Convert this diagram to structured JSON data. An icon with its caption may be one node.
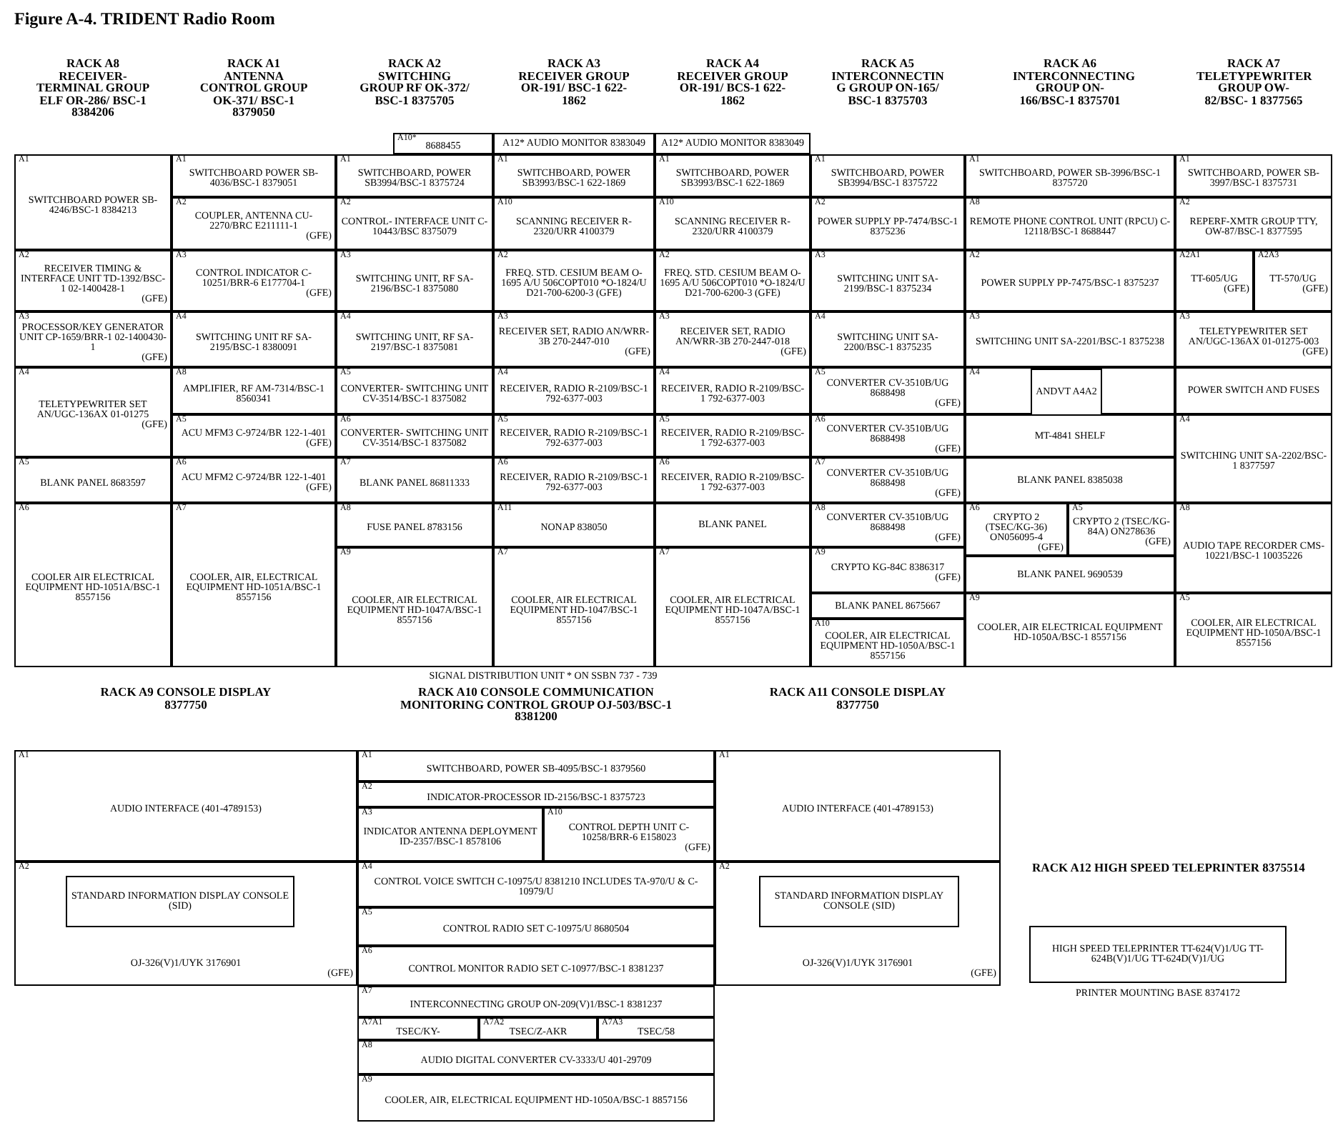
{
  "diagram": {
    "title": "Figure A-4. TRIDENT Radio Room",
    "nodes": [
      {
        "text": [
          "RACK A8 RECEIVER- TERMINAL GROUP ELF OR-286/ BSC-1 8384206"
        ]
      },
      {
        "text": [
          "A1",
          "SWITCHBOARD POWER SB-4246/BSC-1 8384213"
        ],
        "in": 0
      },
      {
        "text": [
          "A2",
          "RECEIVER TIMING & INTERFACE UNIT TD-1392/BSC-1 02-1400428-1",
          "(GFE)"
        ],
        "in": 0
      },
      {
        "text": [
          "A3",
          "PROCESSOR/KEY GENERATOR UNIT CP-1659/BRR-1 02-1400430-1",
          "(GFE)"
        ],
        "in": 0
      },
      {
        "text": [
          "A4",
          "TELETYPEWRITER SET AN/UGC-136AX 01-01275",
          "(GFE)"
        ],
        "in": 0
      },
      {
        "text": [
          "A5",
          "BLANK PANEL 8683597"
        ],
        "in": 0
      },
      {
        "text": [
          "A6",
          "COOLER AIR ELECTRICAL EQUIPMENT HD-1051A/BSC-1 8557156"
        ],
        "in": 0
      },
      {
        "text": [
          "RACK A1 ANTENNA CONTROL GROUP OK-371/ BSC-1 8379050"
        ]
      },
      {
        "text": [
          "A1",
          "SWITCHBOARD POWER SB-4036/BSC-1 8379051"
        ],
        "in": 7
      },
      {
        "text": [
          "A2",
          "COUPLER, ANTENNA CU-2270/BRC E211111-1",
          "(GFE)"
        ],
        "in": 7
      },
      {
        "text": [
          "A3",
          "CONTROL INDICATOR C-10251/BRR-6 E177704-1",
          "(GFE)"
        ],
        "in": 7
      },
      {
        "text": [
          "A4",
          "SWITCHING UNIT RF SA-2195/BSC-1 8380091"
        ],
        "in": 7
      },
      {
        "text": [
          "A8",
          "AMPLIFIER, RF AM-7314/BSC-1 8560341"
        ],
        "in": 7
      },
      {
        "text": [
          "A5",
          "ACU MFM3 C-9724/BR 122-1-401",
          "(GFE)"
        ],
        "in": 7
      },
      {
        "text": [
          "A6",
          "ACU MFM2 C-9724/BR 122-1-401",
          "(GFE)"
        ],
        "in": 7
      },
      {
        "text": [
          "A7",
          "COOLER, AIR, ELECTRICAL EQUIPMENT HD-1051A/BSC-1 8557156"
        ],
        "in": 7
      },
      {
        "text": [
          "RACK A2 SWITCHING GROUP RF OK-372/ BSC-1 8375705"
        ]
      },
      {
        "text": [
          "A10*",
          "8688455"
        ],
        "in": 16
      },
      {
        "text": [
          "A1",
          "SWITCHBOARD, POWER SB3994/BSC-1 8375724"
        ],
        "in": 16
      },
      {
        "text": [
          "A2",
          "CONTROL- INTERFACE UNIT C-10443/BSC 8375079"
        ],
        "in": 16
      },
      {
        "text": [
          "A3",
          "SWITCHING UNIT, RF SA-2196/BSC-1 8375080"
        ],
        "in": 16
      },
      {
        "text": [
          "A4",
          "SWITCHING UNIT, RF SA-2197/BSC-1 8375081"
        ],
        "in": 16
      },
      {
        "text": [
          "A5",
          "CONVERTER- SWITCHING UNIT CV-3514/BSC-1 8375082"
        ],
        "in": 16
      },
      {
        "text": [
          "A6",
          "CONVERTER- SWITCHING UNIT CV-3514/BSC-1 8375082"
        ],
        "in": 16
      },
      {
        "text": [
          "A7",
          "BLANK PANEL 86811333"
        ],
        "in": 16
      },
      {
        "text": [
          "A8",
          "FUSE PANEL 8783156"
        ],
        "in": 16
      },
      {
        "text": [
          "A9",
          "COOLER, AIR ELECTRICAL EQUIPMENT HD-1047A/BSC-1 8557156"
        ],
        "in": 16
      },
      {
        "text": [
          "RACK A3 RECEIVER GROUP OR-191/ BSC-1 622-1862"
        ]
      },
      {
        "text": [
          "A12* AUDIO MONITOR 8383049"
        ],
        "in": 27
      },
      {
        "text": [
          "A1",
          "SWITCHBOARD, POWER SB3993/BSC-1 622-1869"
        ],
        "in": 27
      },
      {
        "text": [
          "A10",
          "SCANNING RECEIVER R-2320/URR 4100379"
        ],
        "in": 27
      },
      {
        "text": [
          "A2",
          "FREQ. STD. CESIUM BEAM O-1695 A/U 506COPT010 *O-1824/U D21-700-6200-3 (GFE)"
        ],
        "in": 27
      },
      {
        "text": [
          "A3",
          "RECEIVER SET, RADIO AN/WRR-3B 270-2447-010",
          "(GFE)"
        ],
        "in": 27
      },
      {
        "text": [
          "A4",
          "RECEIVER, RADIO R-2109/BSC-1 792-6377-003"
        ],
        "in": 27
      },
      {
        "text": [
          "A5",
          "RECEIVER, RADIO R-2109/BSC-1 792-6377-003"
        ],
        "in": 27
      },
      {
        "text": [
          "A6",
          "RECEIVER, RADIO R-2109/BSC-1 792-6377-003"
        ],
        "in": 27
      },
      {
        "text": [
          "A11",
          "NONAP 838050"
        ],
        "in": 27
      },
      {
        "text": [
          "A7",
          "COOLER, AIR ELECTRICAL EQUIPMENT HD-1047/BSC-1 8557156"
        ],
        "in": 27
      },
      {
        "text": [
          "RACK A4 RECEIVER GROUP OR-191/ BCS-1 622-1862"
        ]
      },
      {
        "text": [
          "A12* AUDIO MONITOR 8383049"
        ],
        "in": 38
      },
      {
        "text": [
          "A1",
          "SWITCHBOARD, POWER SB3993/BSC-1 622-1869"
        ],
        "in": 38
      },
      {
        "text": [
          "A10",
          "SCANNING RECEIVER R-2320/URR 4100379"
        ],
        "in": 38
      },
      {
        "text": [
          "A2",
          "FREQ. STD. CESIUM BEAM O-1695 A/U 506COPT010 *O-1824/U D21-700-6200-3 (GFE)"
        ],
        "in": 38
      },
      {
        "text": [
          "A3",
          "RECEIVER SET, RADIO AN/WRR-3B 270-2447-018",
          "(GFE)"
        ],
        "in": 38
      },
      {
        "text": [
          "A4",
          "RECEIVER, RADIO R-2109/BSC-1 792-6377-003"
        ],
        "in": 38
      },
      {
        "text": [
          "A5",
          "RECEIVER, RADIO R-2109/BSC-1 792-6377-003"
        ],
        "in": 38
      },
      {
        "text": [
          "A6",
          "RECEIVER, RADIO R-2109/BSC-1 792-6377-003"
        ],
        "in": 38
      },
      {
        "text": [
          "BLANK PANEL"
        ],
        "in": 38
      },
      {
        "text": [
          "A7",
          "COOLER, AIR ELECTRICAL EQUIPMENT HD-1047A/BSC-1 8557156"
        ],
        "in": 38
      },
      {
        "text": [
          "RACK A5 INTERCONNECTIN G GROUP ON-165/ BSC-1 8375703"
        ]
      },
      {
        "text": [
          "A1",
          "SWITCHBOARD, POWER SB3994/BSC-1 8375722"
        ],
        "in": 49
      },
      {
        "text": [
          "A2",
          "POWER SUPPLY PP-7474/BSC-1 8375236"
        ],
        "in": 49
      },
      {
        "text": [
          "A3",
          "SWITCHING UNIT SA-2199/BSC-1 8375234"
        ],
        "in": 49
      },
      {
        "text": [
          "A4",
          "SWITCHING UNIT SA-2200/BSC-1 8375235"
        ],
        "in": 49
      },
      {
        "text": [
          "A5",
          "CONVERTER CV-3510B/UG 8688498",
          "(GFE)"
        ],
        "in": 49
      },
      {
        "text": [
          "A6",
          "CONVERTER CV-3510B/UG 8688498",
          "(GFE)"
        ],
        "in": 49
      },
      {
        "text": [
          "A7",
          "CONVERTER CV-3510B/UG 8688498",
          "(GFE)"
        ],
        "in": 49
      },
      {
        "text": [
          "A8",
          "CONVERTER CV-3510B/UG 8688498",
          "(GFE)"
        ],
        "in": 49
      },
      {
        "text": [
          "A9",
          "CRYPTO KG-84C 8386317",
          "(GFE)"
        ],
        "in": 49
      },
      {
        "text": [
          "BLANK PANEL 8675667"
        ],
        "in": 49
      },
      {
        "text": [
          "A10",
          "COOLER, AIR ELECTRICAL EQUIPMENT HD-1050A/BSC-1 8557156"
        ],
        "in": 49
      },
      {
        "text": [
          "RACK A6 INTERCONNECTING GROUP ON-166/BSC-1 8375701"
        ]
      },
      {
        "text": [
          "A1",
          "SWITCHBOARD, POWER SB-3996/BSC-1 8375720"
        ],
        "in": 61
      },
      {
        "text": [
          "A8",
          "REMOTE PHONE CONTROL UNIT (RPCU) C-12118/BSC-1 8688447"
        ],
        "in": 61
      },
      {
        "text": [
          "A2",
          "POWER SUPPLY PP-7475/BSC-1 8375237"
        ],
        "in": 61
      },
      {
        "text": [
          "A3",
          "SWITCHING UNIT SA-2201/BSC-1 8375238"
        ],
        "in": 61
      },
      {
        "text": [
          "A4"
        ],
        "in": 61
      },
      {
        "text": [
          "ANDVT A4A2"
        ],
        "in": 66
      },
      {
        "text": [
          "MT-4841 SHELF"
        ],
        "in": 61
      },
      {
        "text": [
          "BLANK PANEL 8385038"
        ],
        "in": 61
      },
      {
        "text": [
          "A6",
          "CRYPTO 2 (TSEC/KG-36) ON056095-4",
          "(GFE)"
        ],
        "in": 61
      },
      {
        "text": [
          "A5",
          "CRYPTO 2 (TSEC/KG-84A) ON278636",
          "(GFE)"
        ],
        "in": 61
      },
      {
        "text": [
          "BLANK PANEL 9690539"
        ],
        "in": 61
      },
      {
        "text": [
          "A9",
          "COOLER, AIR ELECTRICAL EQUIPMENT HD-1050A/BSC-1 8557156"
        ],
        "in": 61
      },
      {
        "text": [
          "RACK A7 TELETYPEWRITER GROUP OW-82/BSC- 1 8377565"
        ]
      },
      {
        "text": [
          "A1",
          "SWITCHBOARD, POWER SB-3997/BSC-1 8375731"
        ],
        "in": 74
      },
      {
        "text": [
          "A2",
          "REPERF-XMTR GROUP TTY, OW-87/BSC-1 8377595"
        ],
        "in": 74
      },
      {
        "text": [
          "A2A1",
          "TT-605/UG",
          "(GFE)"
        ],
        "in": 74
      },
      {
        "text": [
          "A2A3",
          "TT-570/UG",
          "(GFE)"
        ],
        "in": 74
      },
      {
        "text": [
          "A3",
          "TELETYPEWRITER SET AN/UGC-136AX 01-01275-003",
          "(GFE)"
        ],
        "in": 74
      },
      {
        "text": [
          "POWER SWITCH AND FUSES"
        ],
        "in": 74
      },
      {
        "text": [
          "A4",
          "SWITCHING UNIT SA-2202/BSC-1 8377597"
        ],
        "in": 74
      },
      {
        "text": [
          "A8",
          "AUDIO TAPE RECORDER CMS-10221/BSC-1 10035226"
        ],
        "in": 74
      },
      {
        "text": [
          "A5",
          "COOLER, AIR ELECTRICAL EQUIPMENT HD-1050A/BSC-1 8557156"
        ],
        "in": 74
      },
      {
        "text": [
          "RACK A9 CONSOLE DISPLAY 8377750"
        ]
      },
      {
        "text": [
          "A1",
          "AUDIO INTERFACE (401-4789153)"
        ],
        "in": 84
      },
      {
        "text": [
          "A2",
          "OJ-326(V)1/UYK 3176901",
          "(GFE)"
        ],
        "in": 84
      },
      {
        "text": [
          "STANDARD INFORMATION DISPLAY CONSOLE (SID)"
        ],
        "in": 86
      },
      {
        "text": [
          "RACK A10 CONSOLE COMMUNICATION MONITORING CONTROL GROUP OJ-503/BSC-1 8381200"
        ]
      },
      {
        "text": [
          "A1",
          "SWITCHBOARD, POWER SB-4095/BSC-1 8379560"
        ],
        "in": 88
      },
      {
        "text": [
          "A2",
          "INDICATOR-PROCESSOR ID-2156/BSC-1 8375723"
        ],
        "in": 88
      },
      {
        "text": [
          "A3",
          "INDICATOR ANTENNA DEPLOYMENT ID-2357/BSC-1 8578106"
        ],
        "in": 88
      },
      {
        "text": [
          "A10",
          "CONTROL DEPTH UNIT C-10258/BRR-6 E158023",
          "(GFE)"
        ],
        "in": 88
      },
      {
        "text": [
          "A4",
          "CONTROL VOICE SWITCH C-10975/U 8381210 INCLUDES TA-970/U & C-10979/U"
        ],
        "in": 88
      },
      {
        "text": [
          "A5",
          "CONTROL RADIO SET C-10975/U 8680504"
        ],
        "in": 88
      },
      {
        "text": [
          "A6",
          "CONTROL MONITOR RADIO SET C-10977/BSC-1 8381237"
        ],
        "in": 88
      },
      {
        "text": [
          "A7",
          "INTERCONNECTING GROUP ON-209(V)1/BSC-1 8381237"
        ],
        "in": 88
      },
      {
        "text": [
          "A7A1",
          "TSEC/KY-"
        ],
        "in": 88
      },
      {
        "text": [
          "A7A2",
          "TSEC/Z-AKR"
        ],
        "in": 88
      },
      {
        "text": [
          "A7A3",
          "TSEC/58"
        ],
        "in": 88
      },
      {
        "text": [
          "A8",
          "AUDIO DIGITAL CONVERTER CV-3333/U 401-29709"
        ],
        "in": 88
      },
      {
        "text": [
          "A9",
          "COOLER, AIR, ELECTRICAL EQUIPMENT HD-1050A/BSC-1 8857156"
        ],
        "in": 88
      },
      {
        "text": [
          "RACK A11 CONSOLE DISPLAY 8377750"
        ]
      },
      {
        "text": [
          "A1",
          "AUDIO INTERFACE (401-4789153)"
        ],
        "in": 102
      },
      {
        "text": [
          "A2",
          "OJ-326(V)1/UYK 3176901",
          "(GFE)"
        ],
        "in": 102
      },
      {
        "text": [
          "STANDARD INFORMATION DISPLAY CONSOLE (SID)"
        ],
        "in": 104
      },
      {
        "text": [
          "HIGH SPEED TELEPRINTER TT-624(V)1/UG TT-624B(V)1/UG TT-624D(V)1/UG"
        ],
        "beside": [
          "PRINTER MOUNTING BASE 8374172"
        ]
      }
    ],
    "labels": [
      "SIGNAL DISTRIBUTION UNIT * ON SSBN 737 - 739",
      "RACK A12 HIGH SPEED TELEPRINTER 8375514"
    ]
  }
}
